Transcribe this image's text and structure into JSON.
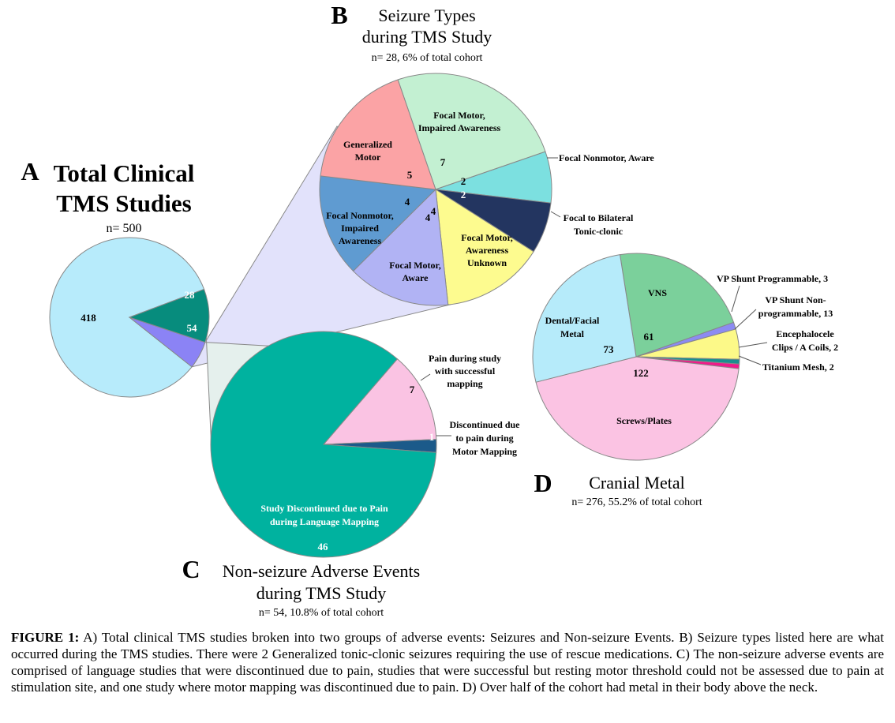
{
  "chart_data": [
    {
      "type": "pie",
      "panel_letter": "A",
      "title": [
        "Total Clinical",
        "TMS Studies"
      ],
      "subtitle": "n= 500",
      "slices": [
        {
          "value": 418,
          "label": "418",
          "color": "#b7ebfb"
        },
        {
          "value": 28,
          "label": "28",
          "color": "#8b83f5"
        },
        {
          "value": 54,
          "label": "54",
          "color": "#078c7d"
        }
      ]
    },
    {
      "type": "pie",
      "panel_letter": "B",
      "title": [
        "Seizure Types",
        "during TMS Study"
      ],
      "subtitle": "n= 28, 6% of total cohort",
      "slices": [
        {
          "value": 7,
          "label": [
            "Focal Motor,",
            "Impaired Awareness"
          ],
          "value_label": "7",
          "color": "#c3f0d2"
        },
        {
          "value": 2,
          "label": [
            "Focal Nonmotor, Aware"
          ],
          "value_label": "2",
          "color": "#7ce0e0"
        },
        {
          "value": 2,
          "label": [
            "Focal to Bilateral",
            "Tonic-clonic"
          ],
          "value_label": "2",
          "color": "#233560"
        },
        {
          "value": 4,
          "label": [
            "Focal Motor,",
            "Awareness",
            "Unknown"
          ],
          "value_label": "4",
          "color": "#fdfb8f"
        },
        {
          "value": 4,
          "label": [
            "Focal Motor,",
            "Aware"
          ],
          "value_label": "4",
          "color": "#b1b3f4"
        },
        {
          "value": 4,
          "label": [
            "Focal Nonmotor,",
            "Impaired",
            "Awareness"
          ],
          "value_label": "4",
          "color": "#5f9bd1"
        },
        {
          "value": 5,
          "label": [
            "Generalized",
            "Motor"
          ],
          "value_label": "5",
          "color": "#fba3a5"
        }
      ]
    },
    {
      "type": "pie",
      "panel_letter": "C",
      "title": [
        "Non-seizure Adverse Events",
        "during TMS Study"
      ],
      "subtitle": "n= 54, 10.8% of total cohort",
      "slices": [
        {
          "value": 7,
          "label": [
            "Pain during study",
            "with successful",
            "mapping"
          ],
          "value_label": "7",
          "color": "#fac3e3"
        },
        {
          "value": 1,
          "label": [
            "Discontinued due",
            "to pain during",
            "Motor Mapping"
          ],
          "value_label": "1",
          "color": "#1b5a8a"
        },
        {
          "value": 46,
          "label": [
            "Study Discontinued due to Pain",
            "during Language Mapping"
          ],
          "value_label": "46",
          "color": "#00b29f"
        }
      ]
    },
    {
      "type": "pie",
      "panel_letter": "D",
      "title": [
        "Cranial Metal"
      ],
      "subtitle": "n= 276, 55.2% of total cohort",
      "slices": [
        {
          "value": 61,
          "label": [
            "VNS"
          ],
          "value_label": "61",
          "color": "#7bd09b"
        },
        {
          "value": 3,
          "label": [
            "VP Shunt Programmable, 3"
          ],
          "color": "#8c8bf2"
        },
        {
          "value": 13,
          "label": [
            "VP Shunt Non-",
            "programmable, 13"
          ],
          "color": "#fcf988"
        },
        {
          "value": 2,
          "label": [
            "Encephalocele",
            "Clips / A Coils, 2"
          ],
          "color": "#1a8f8f"
        },
        {
          "value": 2,
          "label": [
            "Titanium Mesh, 2"
          ],
          "color": "#f01a8a"
        },
        {
          "value": 122,
          "label": [
            "Screws/Plates"
          ],
          "value_label": "122",
          "color": "#fbc3e3"
        },
        {
          "value": 73,
          "label": [
            "Dental/Facial",
            "Metal"
          ],
          "value_label": "73",
          "color": "#b6ebfa"
        }
      ]
    }
  ],
  "caption": {
    "lead": "FIGURE 1:",
    "text": " A) Total clinical TMS studies broken into two groups of adverse events: Seizures and Non-seizure Events. B) Seizure types listed here are what occurred during the TMS studies. There were 2 Generalized tonic-clonic seizures requiring the use of rescue medications. C) The non-seizure adverse events are comprised of language studies that were discontinued due to pain, studies that were successful but resting motor threshold could not be assessed due to pain at stimulation site, and one study where motor mapping was discontinued due to pain. D) Over half of the cohort had metal in their body above the neck."
  }
}
